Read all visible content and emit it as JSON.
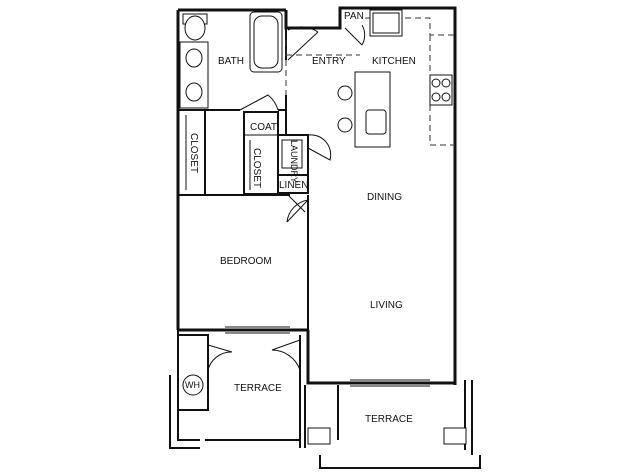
{
  "labels": {
    "bath": "BATH",
    "entry": "ENTRY",
    "kitchen": "KITCHEN",
    "pan": "PAN",
    "coat": "COAT",
    "closet_left": "CLOSET",
    "closet_mid": "CLOSET",
    "laundry": "LAUNDRY",
    "linen": "LINEN",
    "dining": "DINING",
    "bedroom": "BEDROOM",
    "living": "LIVING",
    "terrace_left": "TERRACE",
    "terrace_right": "TERRACE",
    "wh": "WH"
  }
}
